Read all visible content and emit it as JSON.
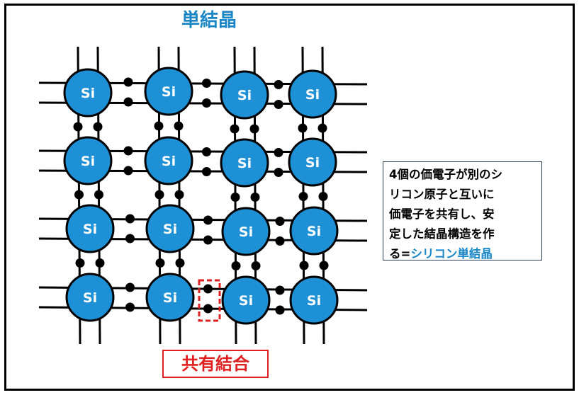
{
  "title": "単結晶",
  "atom_symbol": "Si",
  "note": {
    "line1": "4個の価電子が別のシ",
    "line2": "リコン原子と互いに",
    "line3": "価電子を共有し、安",
    "line4": "定した結晶構造を作",
    "line5_prefix": "る=",
    "line5_highlight": "シリコン単結晶"
  },
  "bond_label": "共有結合",
  "colors": {
    "atom_fill": "#1e90d6",
    "title_blue": "#1a86c6",
    "bond_red": "#e02020"
  }
}
